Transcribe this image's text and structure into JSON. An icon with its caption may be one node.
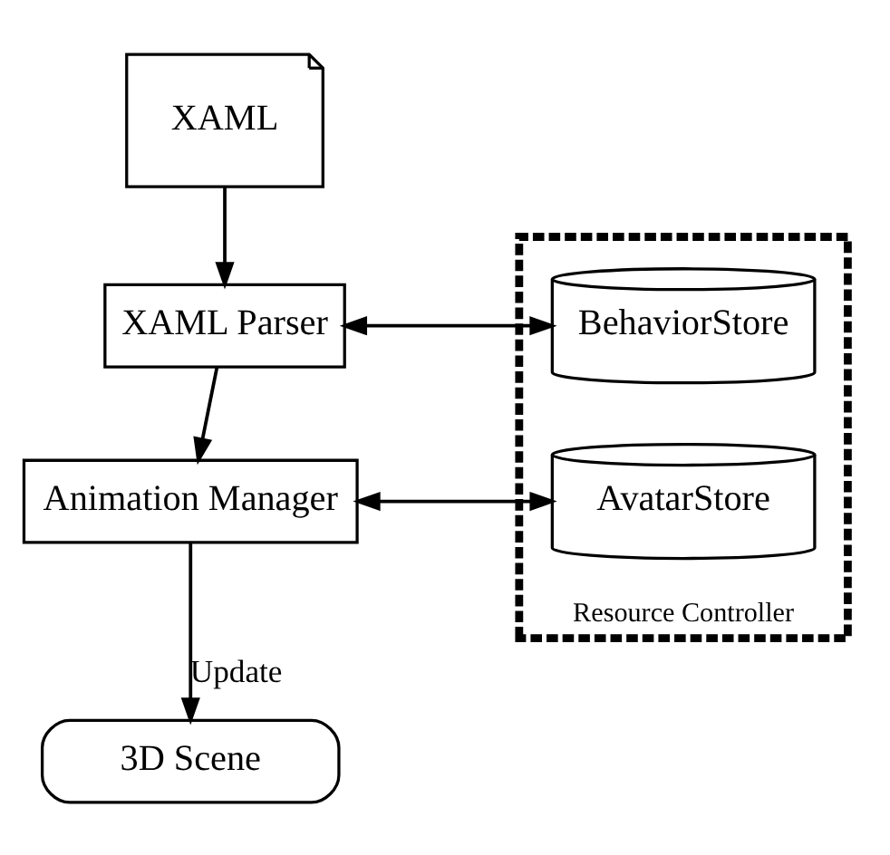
{
  "diagram": {
    "nodes": [
      {
        "text": [
          "XAML"
        ]
      },
      {
        "text": [
          "XAML Parser"
        ]
      },
      {
        "text": [
          "Resource Controller"
        ]
      },
      {
        "text": [
          "BehaviorStore"
        ],
        "in": 2
      },
      {
        "text": [
          "Animation Manager"
        ]
      },
      {
        "text": [
          "AvatarStore"
        ],
        "in": 2
      },
      {
        "text": [
          "3D Scene"
        ]
      }
    ],
    "edges": [
      {
        "from": 0,
        "to": 1,
        "arrow": "to"
      },
      {
        "from": 1,
        "to": 3,
        "arrow": "both"
      },
      {
        "from": 1,
        "to": 4,
        "arrow": "to"
      },
      {
        "from": 4,
        "to": 5,
        "arrow": "both"
      },
      {
        "from": 4,
        "to": 6,
        "arrow": "to",
        "label": "Update"
      }
    ]
  }
}
